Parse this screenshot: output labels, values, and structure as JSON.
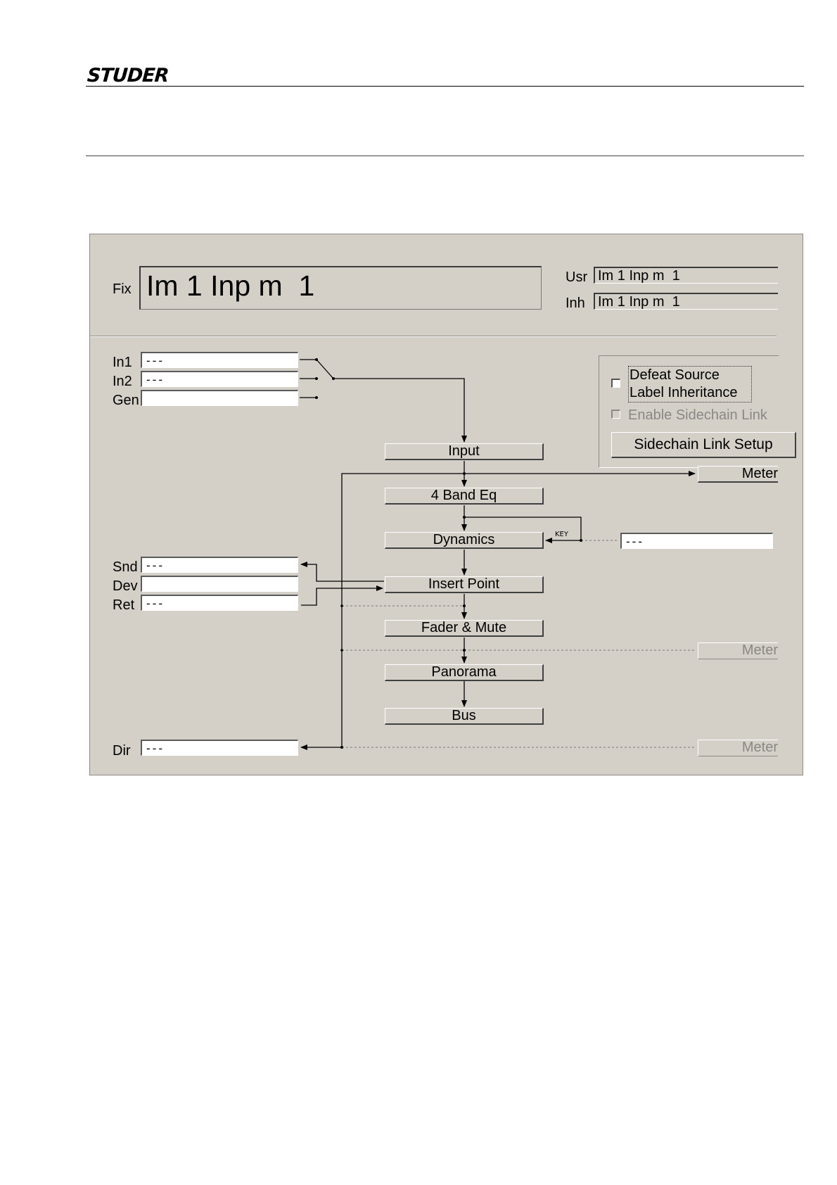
{
  "header": {
    "brand": "STUDER"
  },
  "names": {
    "fix_label": "Fix",
    "fix_value": "Im 1 Inp m  1",
    "usr_label": "Usr",
    "usr_value": "Im 1 Inp m  1",
    "inh_label": "Inh",
    "inh_value": "Im 1 Inp m  1"
  },
  "inputs": [
    {
      "label": "In1",
      "value": "---"
    },
    {
      "label": "In2",
      "value": "---"
    },
    {
      "label": "Gen",
      "value": ""
    }
  ],
  "inserts": [
    {
      "label": "Snd",
      "value": "---"
    },
    {
      "label": "Dev",
      "value": ""
    },
    {
      "label": "Ret",
      "value": "---"
    }
  ],
  "direct": {
    "label": "Dir",
    "value": "---"
  },
  "sidechain_source": {
    "value": "---",
    "key_label": "KEY"
  },
  "options": {
    "defeat_label_line1": "Defeat Source",
    "defeat_label_line2": "Label Inheritance",
    "defeat_checked": false,
    "enable_sidechain_label": "Enable Sidechain Link",
    "enable_sidechain_checked": false,
    "sidechain_setup_label": "Sidechain Link Setup"
  },
  "blocks": {
    "input": "Input",
    "eq": "4 Band Eq",
    "dynamics": "Dynamics",
    "insert": "Insert Point",
    "fader": "Fader & Mute",
    "panorama": "Panorama",
    "bus": "Bus"
  },
  "meters": {
    "meter1": "Meter",
    "meter2": "Meter",
    "meter3": "Meter"
  }
}
